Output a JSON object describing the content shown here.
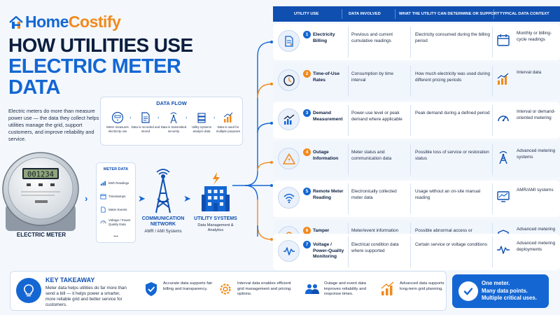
{
  "brand": {
    "home": "Home",
    "costify": "Costify"
  },
  "headline": {
    "line1": "HOW UTILITIES USE",
    "line2": "ELECTRIC METER",
    "line3": "DATA"
  },
  "intro": "Electric meters do more than measure power use — the data they collect helps utilities manage the grid, support customers, and improve reliability and service.",
  "data_flow": {
    "title": "DATA FLOW",
    "steps": [
      "Meter measures electricity use",
      "Data is recorded and stored",
      "Data is transmitted securely",
      "Utility systems analyze data",
      "Data is used for multiple purposes"
    ]
  },
  "meter": {
    "reading": "001234",
    "label": "ELECTRIC METER"
  },
  "meter_data": {
    "title": "METER DATA",
    "items": [
      "kWh Readings",
      "Timestamps",
      "Meter Events",
      "Voltage / Power Quality Data"
    ],
    "more": "..."
  },
  "network": {
    "title": "COMMUNICATION NETWORK",
    "subtitle": "AMR / AMI Systems"
  },
  "utility_systems": {
    "title": "UTILITY SYSTEMS",
    "subtitle": "Data Management & Analytics"
  },
  "table": {
    "headers": [
      "UTILITY USE",
      "DATA INVOLVED",
      "WHAT THE UTILITY CAN DETERMINE OR SUPPORT",
      "TYPICAL DATA CONTEXT"
    ],
    "rows": [
      {
        "num": "1",
        "use": "Electricity Billing",
        "data": "Previous and current cumulative readings",
        "determine": "Electricity consumed during the billing period",
        "context": "Monthly or billing-cycle readings",
        "color": "#1467d3"
      },
      {
        "num": "2",
        "use": "Time-of-Use Rates",
        "data": "Consumption by time interval",
        "determine": "How much electricity was used during different pricing periods",
        "context": "Interval data",
        "color": "#f18a1c"
      },
      {
        "num": "3",
        "use": "Demand Measurement",
        "data": "Power-use level or peak demand where applicable",
        "determine": "Peak demand during a defined period",
        "context": "Interval or demand-oriented metering",
        "color": "#1467d3"
      },
      {
        "num": "4",
        "use": "Outage Information",
        "data": "Meter status and communication data",
        "determine": "Possible loss of service or restoration status",
        "context": "Advanced metering systems",
        "color": "#f18a1c"
      },
      {
        "num": "5",
        "use": "Remote Meter Reading",
        "data": "Electronically collected meter data",
        "determine": "Usage without an on-site manual reading",
        "context": "AMR/AMI systems",
        "color": "#1467d3"
      },
      {
        "num": "6",
        "use": "Tamper Detection",
        "data": "Meter/event information",
        "determine": "Possible abnormal access or equipment events",
        "context": "Advanced metering systems",
        "color": "#f18a1c"
      },
      {
        "num": "7",
        "use": "Voltage / Power-Quality Monitoring",
        "data": "Electrical condition data where supported",
        "determine": "Certain service or voltage conditions",
        "context": "Advanced metering deployments",
        "color": "#1467d3"
      }
    ]
  },
  "takeaway": {
    "title": "KEY TAKEAWAY",
    "text": "Meter data helps utilities do far more than send a bill — it helps power a smarter, more reliable grid and better service for customers.",
    "points": [
      "Accurate data supports fair billing and transparency.",
      "Interval data enables efficient grid management and pricing options.",
      "Outage and event data improves reliability and response times.",
      "Advanced data supports long-term grid planning."
    ]
  },
  "callout": {
    "line1": "One meter.",
    "line2": "Many data points.",
    "line3": "Multiple critical uses."
  },
  "colors": {
    "primary": "#1467d3",
    "accent": "#f18a1c",
    "navy": "#0b1e3f"
  }
}
